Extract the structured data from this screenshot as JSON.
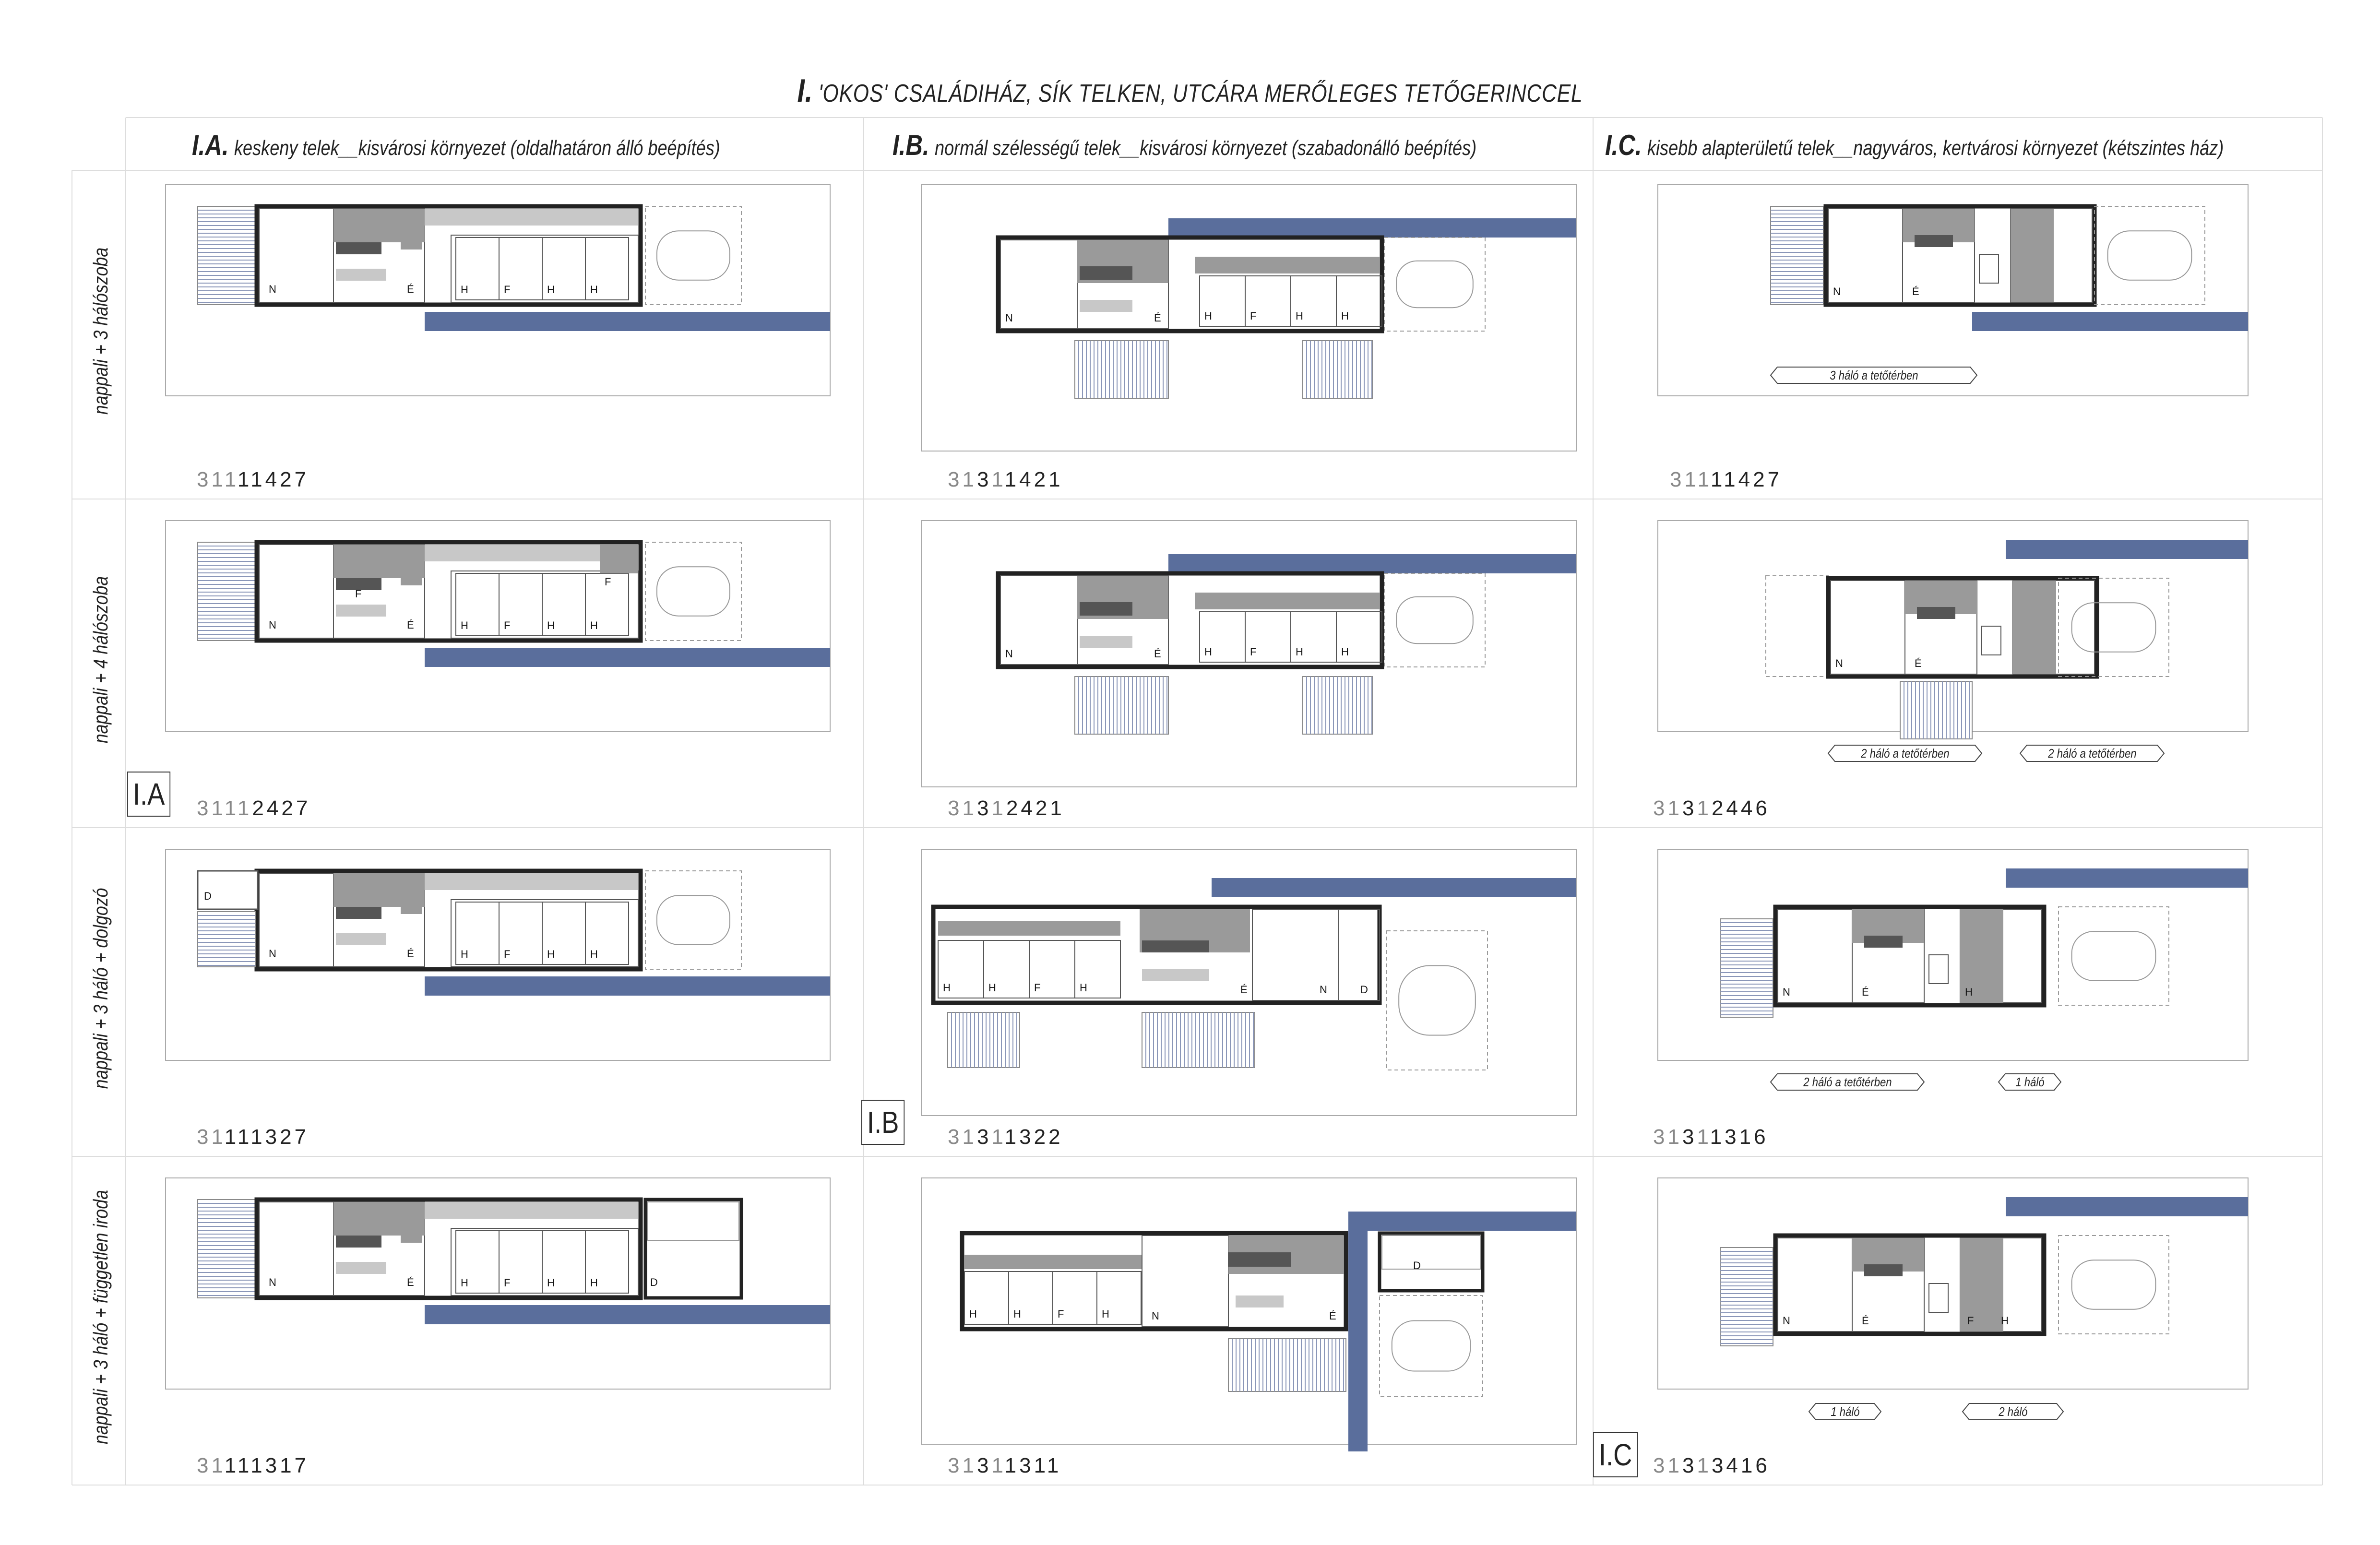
{
  "title": {
    "num": "I.",
    "text": "'OKOS' CSALÁDIHÁZ,  SÍK TELKEN,  UTCÁRA MERŐLEGES TETŐGERINCCEL"
  },
  "columns": [
    {
      "num": "I.A.",
      "text": "keskeny telek__kisvárosi környezet (oldalhatáron álló beépítés)"
    },
    {
      "num": "I.B.",
      "text": "normál szélességű telek__kisvárosi környezet (szabadonálló beépítés)"
    },
    {
      "num": "I.C.",
      "text": "kisebb alapterületű telek__nagyváros, kertvárosi környezet (kétszintes ház)"
    }
  ],
  "rows": [
    {
      "label": "nappali + 3 hálószoba"
    },
    {
      "label": "nappali + 4 hálószoba"
    },
    {
      "label": "nappali + 3 háló + dolgozó"
    },
    {
      "label": "nappali + 3 háló + független iroda"
    }
  ],
  "tags": {
    "A": "I.A",
    "B": "I.B",
    "C": "I.C"
  },
  "codes": {
    "r0c0": [
      "3",
      "1",
      "1",
      "1",
      "1",
      "4",
      "2",
      "7"
    ],
    "r0c1": [
      "3",
      "1",
      "3",
      "1",
      "1",
      "4",
      "2",
      "1"
    ],
    "r0c2": [
      "3",
      "1",
      "1",
      "1",
      "1",
      "4",
      "2",
      "7"
    ],
    "r1c0": [
      "3",
      "1",
      "1",
      "1",
      "2",
      "4",
      "2",
      "7"
    ],
    "r1c1": [
      "3",
      "1",
      "3",
      "1",
      "2",
      "4",
      "2",
      "1"
    ],
    "r1c2": [
      "3",
      "1",
      "3",
      "1",
      "2",
      "4",
      "4",
      "6"
    ],
    "r2c0": [
      "3",
      "1",
      "1",
      "1",
      "1",
      "3",
      "2",
      "7"
    ],
    "r2c1": [
      "3",
      "1",
      "3",
      "1",
      "1",
      "3",
      "2",
      "2"
    ],
    "r2c2": [
      "3",
      "1",
      "3",
      "1",
      "1",
      "3",
      "1",
      "6"
    ],
    "r3c0": [
      "3",
      "1",
      "1",
      "1",
      "1",
      "3",
      "1",
      "7"
    ],
    "r3c1": [
      "3",
      "1",
      "3",
      "1",
      "1",
      "3",
      "1",
      "1"
    ],
    "r3c2": [
      "3",
      "1",
      "3",
      "1",
      "3",
      "4",
      "1",
      "6"
    ]
  },
  "pills": {
    "r0": [
      "3 háló a tetőtérben"
    ],
    "r1": [
      "2 háló a tetőtérben",
      "2 háló a tetőtérben"
    ],
    "r2": [
      "2 háló a tetőtérben",
      "1 háló"
    ],
    "r3": [
      "1 háló",
      "2 háló"
    ]
  },
  "rooms": {
    "N": "N",
    "E": "É",
    "H": "H",
    "F": "F",
    "D": "D"
  },
  "colors": {
    "street": "#5a6e9c",
    "wall": "#222222",
    "dark": "#555555",
    "mid": "#9a9a9a",
    "light": "#c8c8c8",
    "grid": "#dddddd"
  }
}
